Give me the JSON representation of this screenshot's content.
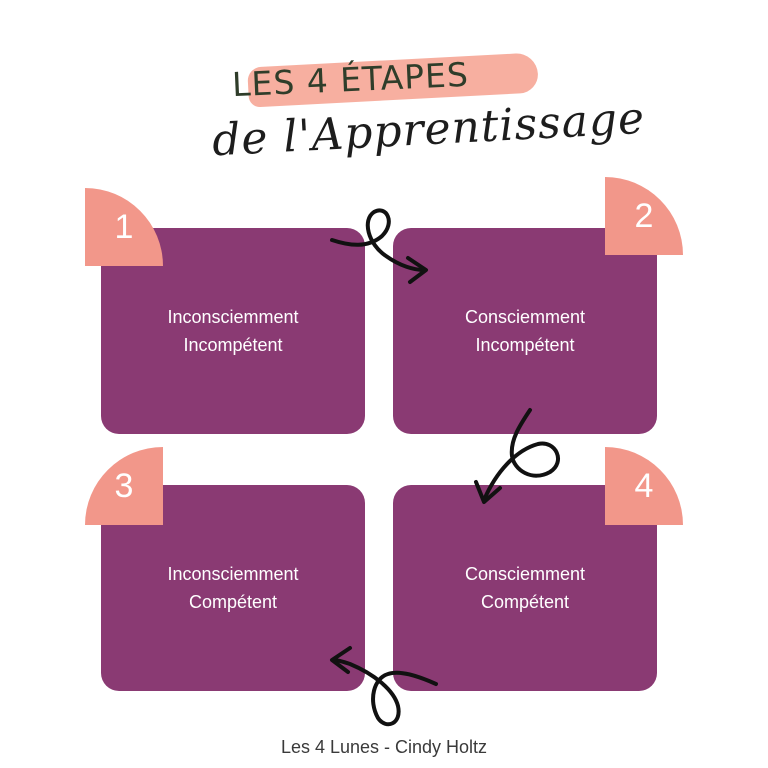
{
  "title": {
    "main": "LES 4 ÉTAPES",
    "sub": "de l'Apprentissage"
  },
  "steps": [
    {
      "number": "1",
      "line1": "Inconsciemment",
      "line2": "Incompétent"
    },
    {
      "number": "2",
      "line1": "Consciemment",
      "line2": "Incompétent"
    },
    {
      "number": "3",
      "line1": "Inconsciemment",
      "line2": "Compétent"
    },
    {
      "number": "4",
      "line1": "Consciemment",
      "line2": "Compétent"
    }
  ],
  "footer": "Les 4 Lunes - Cindy Holtz",
  "colors": {
    "box": "#8a3a73",
    "badge": "#f2978a",
    "highlight": "#f6a898",
    "title": "#2f3d2a"
  }
}
